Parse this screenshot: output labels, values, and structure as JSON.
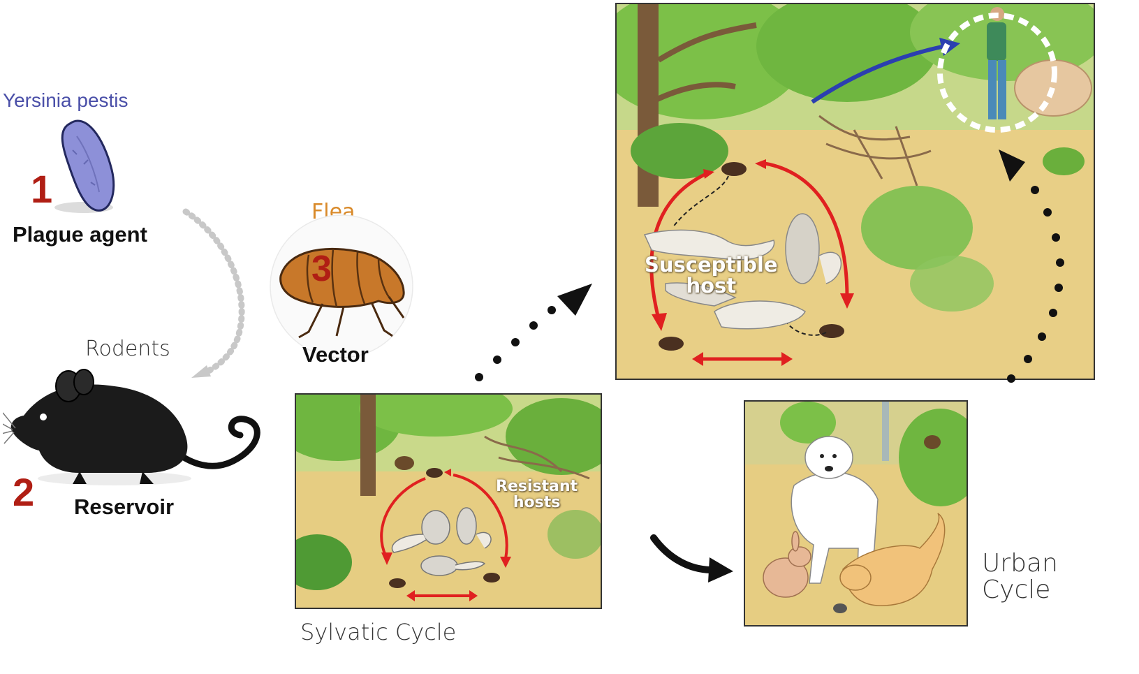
{
  "agent": {
    "species": "Yersinia pestis",
    "number": "1",
    "label": "Plague agent"
  },
  "reservoir": {
    "group": "Rodents",
    "number": "2",
    "label": "Reservoir"
  },
  "vector": {
    "group": "Flea",
    "number": "3",
    "label": "Vector"
  },
  "sylvatic": {
    "caption": "Sylvatic Cycle",
    "hosts_line1": "Resistant",
    "hosts_line2": "hosts"
  },
  "susceptible": {
    "line1": "Susceptible",
    "line2": "host"
  },
  "urban": {
    "line1": "Urban",
    "line2": "Cycle"
  },
  "colors": {
    "cycle_arrow": "#e02020",
    "human_arrow": "#2b3fb0",
    "ground": "#e8cf86",
    "foliage": "#5aa83a",
    "number": "#b01e14",
    "species_label": "#4a4fa8",
    "flea_label": "#d98a2a"
  }
}
